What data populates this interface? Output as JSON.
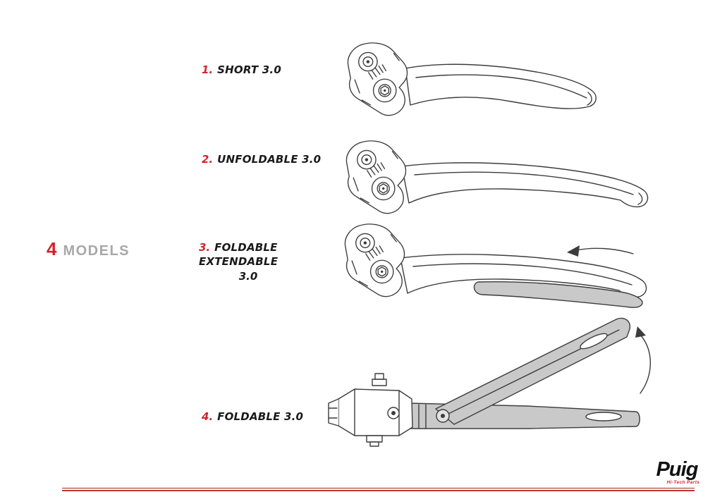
{
  "heading": {
    "number": "4",
    "label": "MODELS"
  },
  "models": [
    {
      "number": "1.",
      "name": "SHORT 3.0"
    },
    {
      "number": "2.",
      "name": "UNFOLDABLE 3.0"
    },
    {
      "number": "3.",
      "name": "FOLDABLE EXTENDABLE",
      "name2": "3.0"
    },
    {
      "number": "4.",
      "name": "FOLDABLE 3.0"
    }
  ],
  "icons": {
    "slide_arrow": "left-arrow",
    "fold_arrow": "curved-up-arrow"
  },
  "logo": {
    "brand": "Puig",
    "tagline": "Hi-Tech Parts"
  },
  "colors": {
    "accent": "#d2232a",
    "heading_gray": "#a8a8a8",
    "ink": "#1a1a1a",
    "sketch_line": "#3c3c3c",
    "metal_gray": "#c9c9c9",
    "rule_dark": "#9e2b26",
    "rule_light": "#c0342e"
  }
}
